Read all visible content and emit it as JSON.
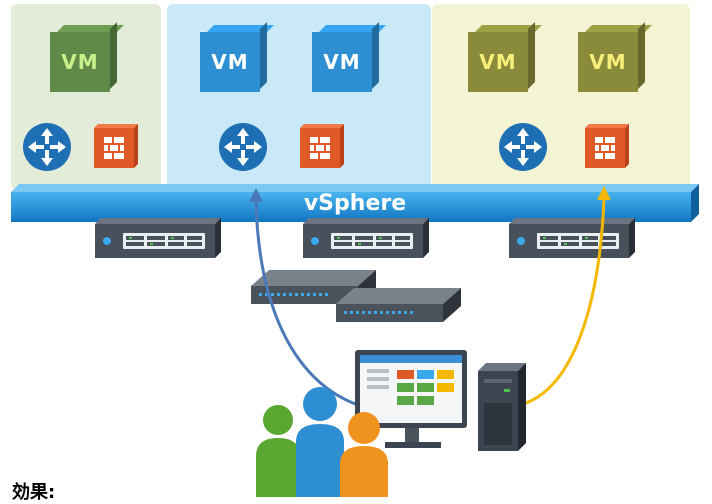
{
  "tenants": [
    {
      "vms": [
        "VM"
      ]
    },
    {
      "vms": [
        "VM",
        "VM"
      ]
    },
    {
      "vms": [
        "VM",
        "VM"
      ]
    }
  ],
  "platform": {
    "label": "vSphere"
  },
  "caption": "効果:",
  "colors": {
    "tenant_green": "#e2ecd9",
    "tenant_blue": "#c9e9f8",
    "tenant_yellow": "#f3f4d3",
    "vsphere_bar": "#1f8fd8",
    "router": "#1f6fb5",
    "firewall": "#e05a28",
    "arrow_blue": "#4a78b8",
    "arrow_yellow": "#f5b800"
  },
  "icons": [
    "router-icon",
    "firewall-icon",
    "server-icon",
    "network-switch-icon",
    "monitor-icon",
    "tower-pc-icon",
    "users-icon"
  ]
}
